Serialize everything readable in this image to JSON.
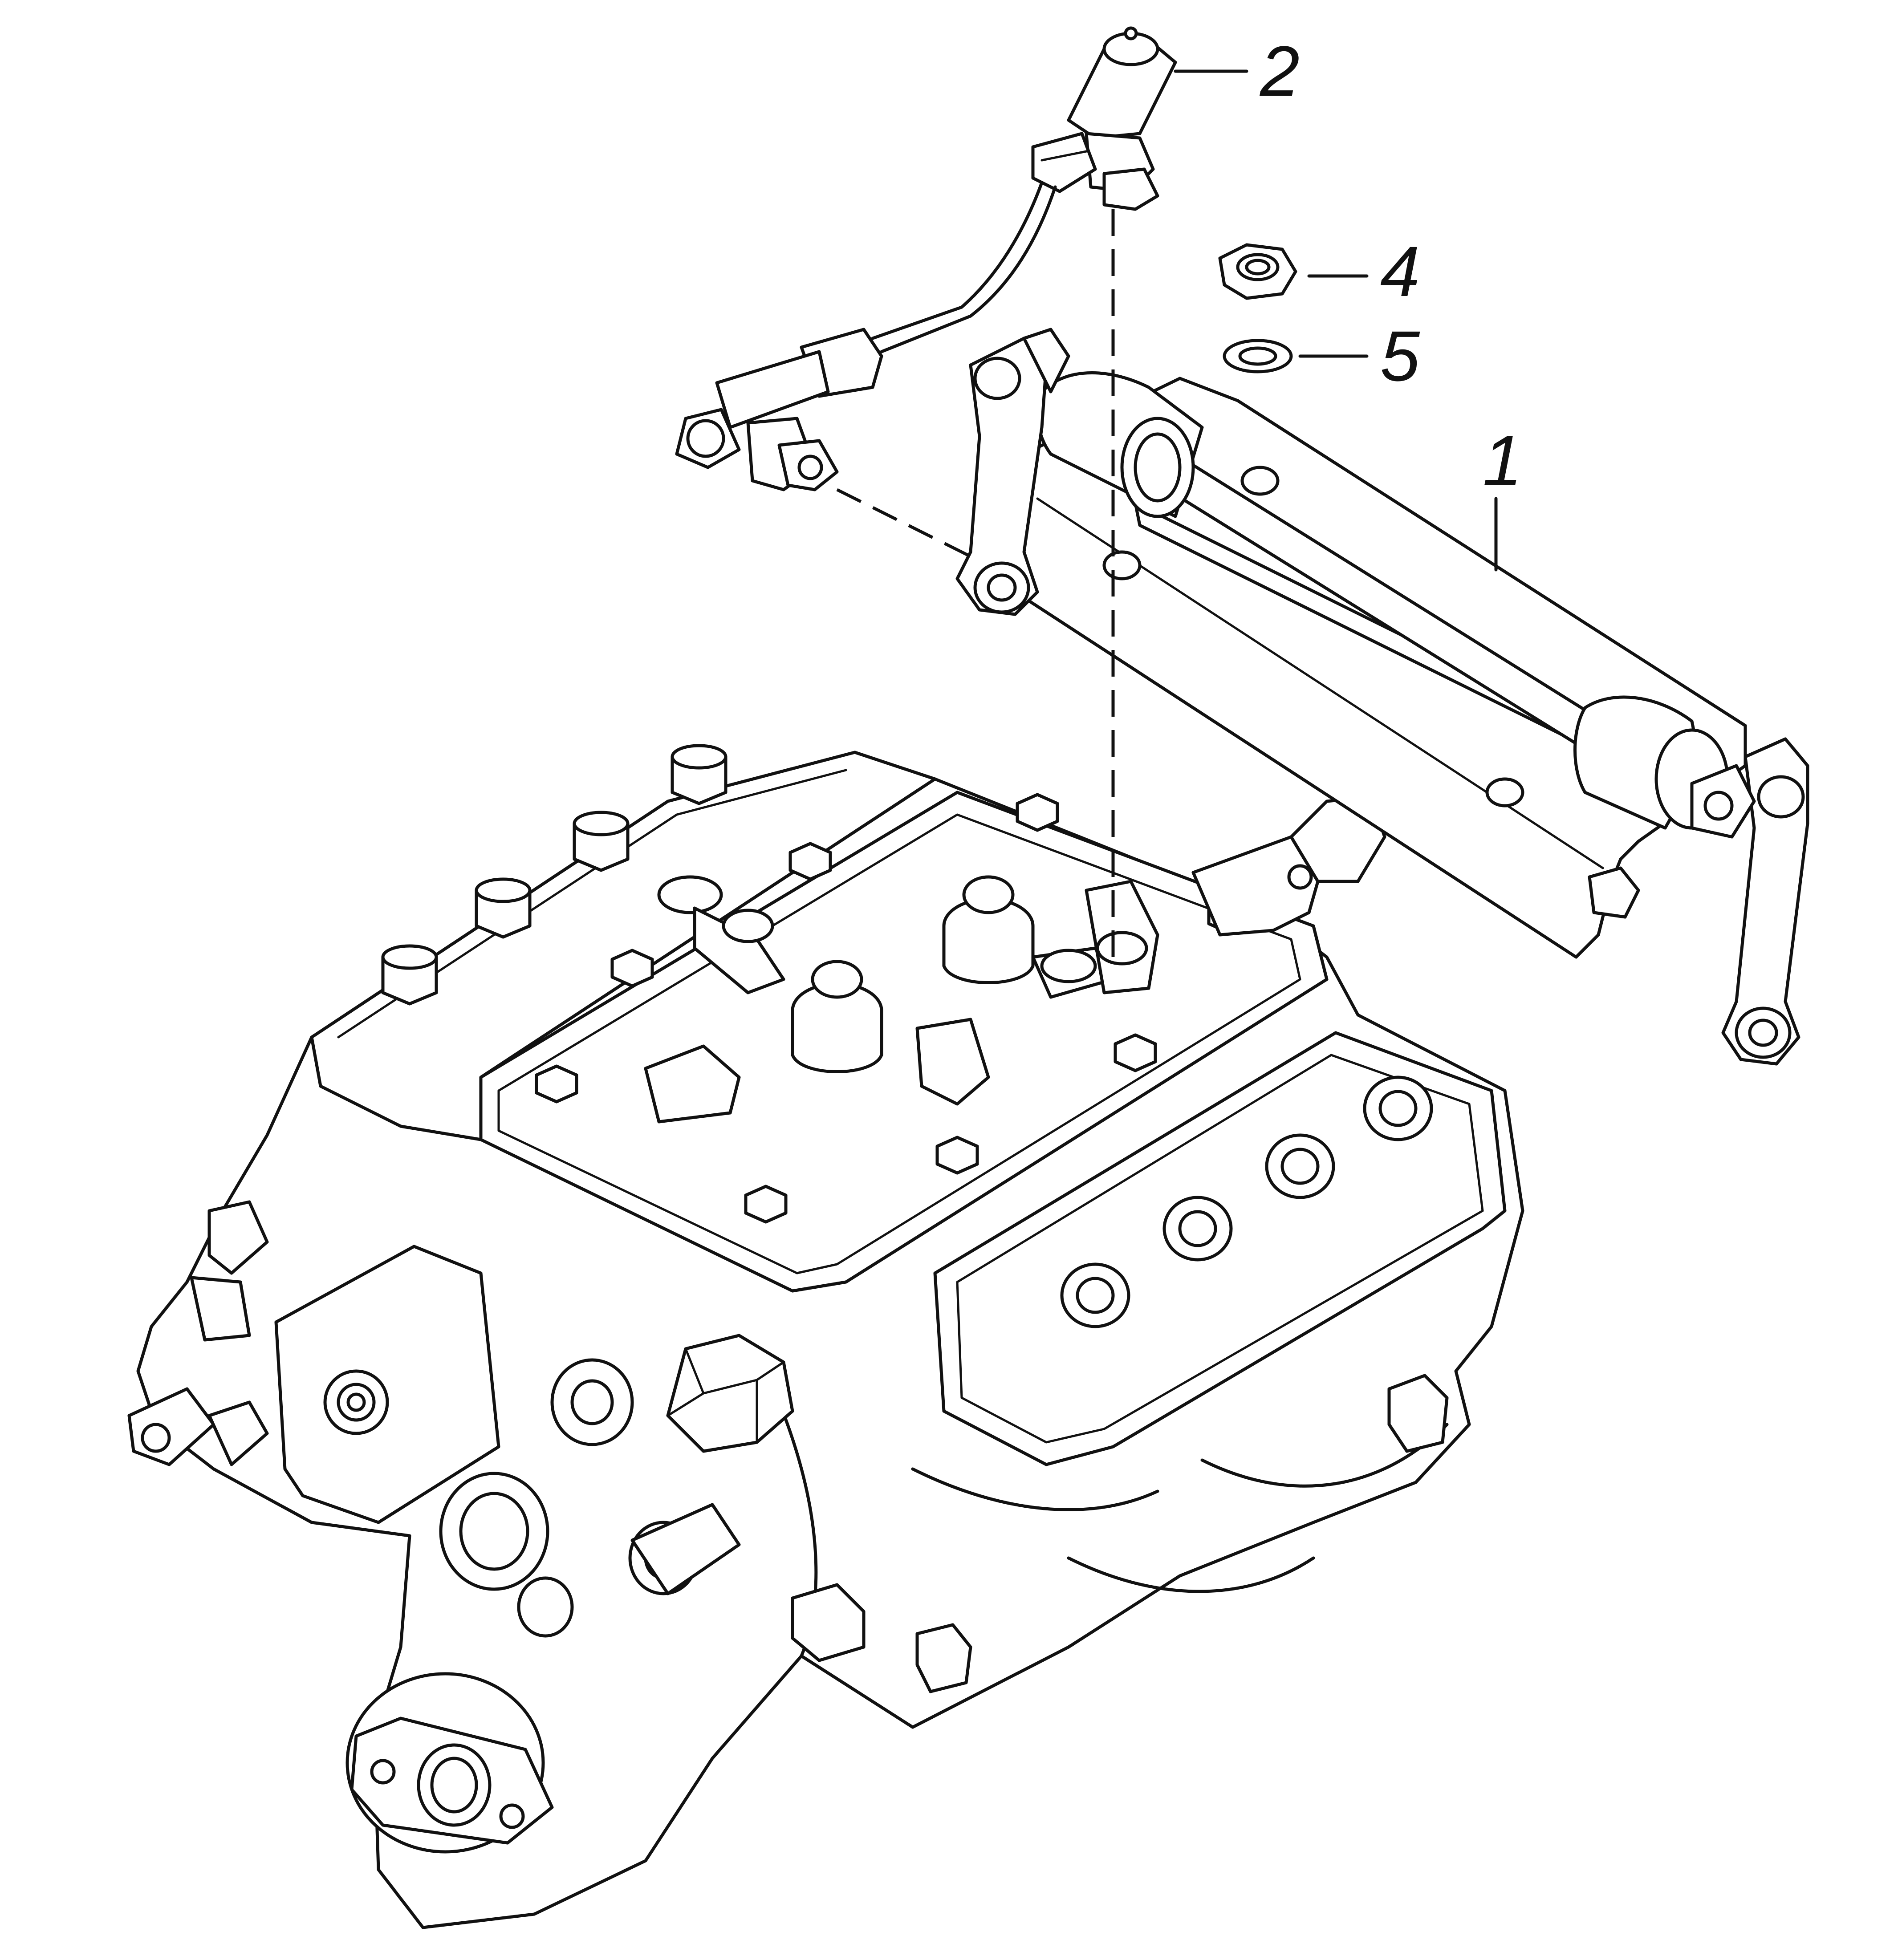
{
  "callouts": [
    {
      "id": "1",
      "label": "1"
    },
    {
      "id": "2",
      "label": "2"
    },
    {
      "id": "4",
      "label": "4"
    },
    {
      "id": "5",
      "label": "5"
    }
  ],
  "colors": {
    "line": "#111111",
    "background": "#ffffff"
  }
}
